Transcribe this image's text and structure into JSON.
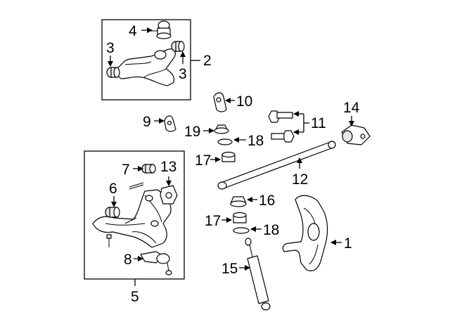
{
  "callouts": {
    "c1": "1",
    "c2": "2",
    "c3a": "3",
    "c3b": "3",
    "c4": "4",
    "c5": "5",
    "c6": "6",
    "c7": "7",
    "c8": "8",
    "c9": "9",
    "c10": "10",
    "c11": "11",
    "c12": "12",
    "c13": "13",
    "c14": "14",
    "c15": "15",
    "c16": "16",
    "c17a": "17",
    "c17b": "17",
    "c18a": "18",
    "c18b": "18",
    "c19": "19"
  }
}
